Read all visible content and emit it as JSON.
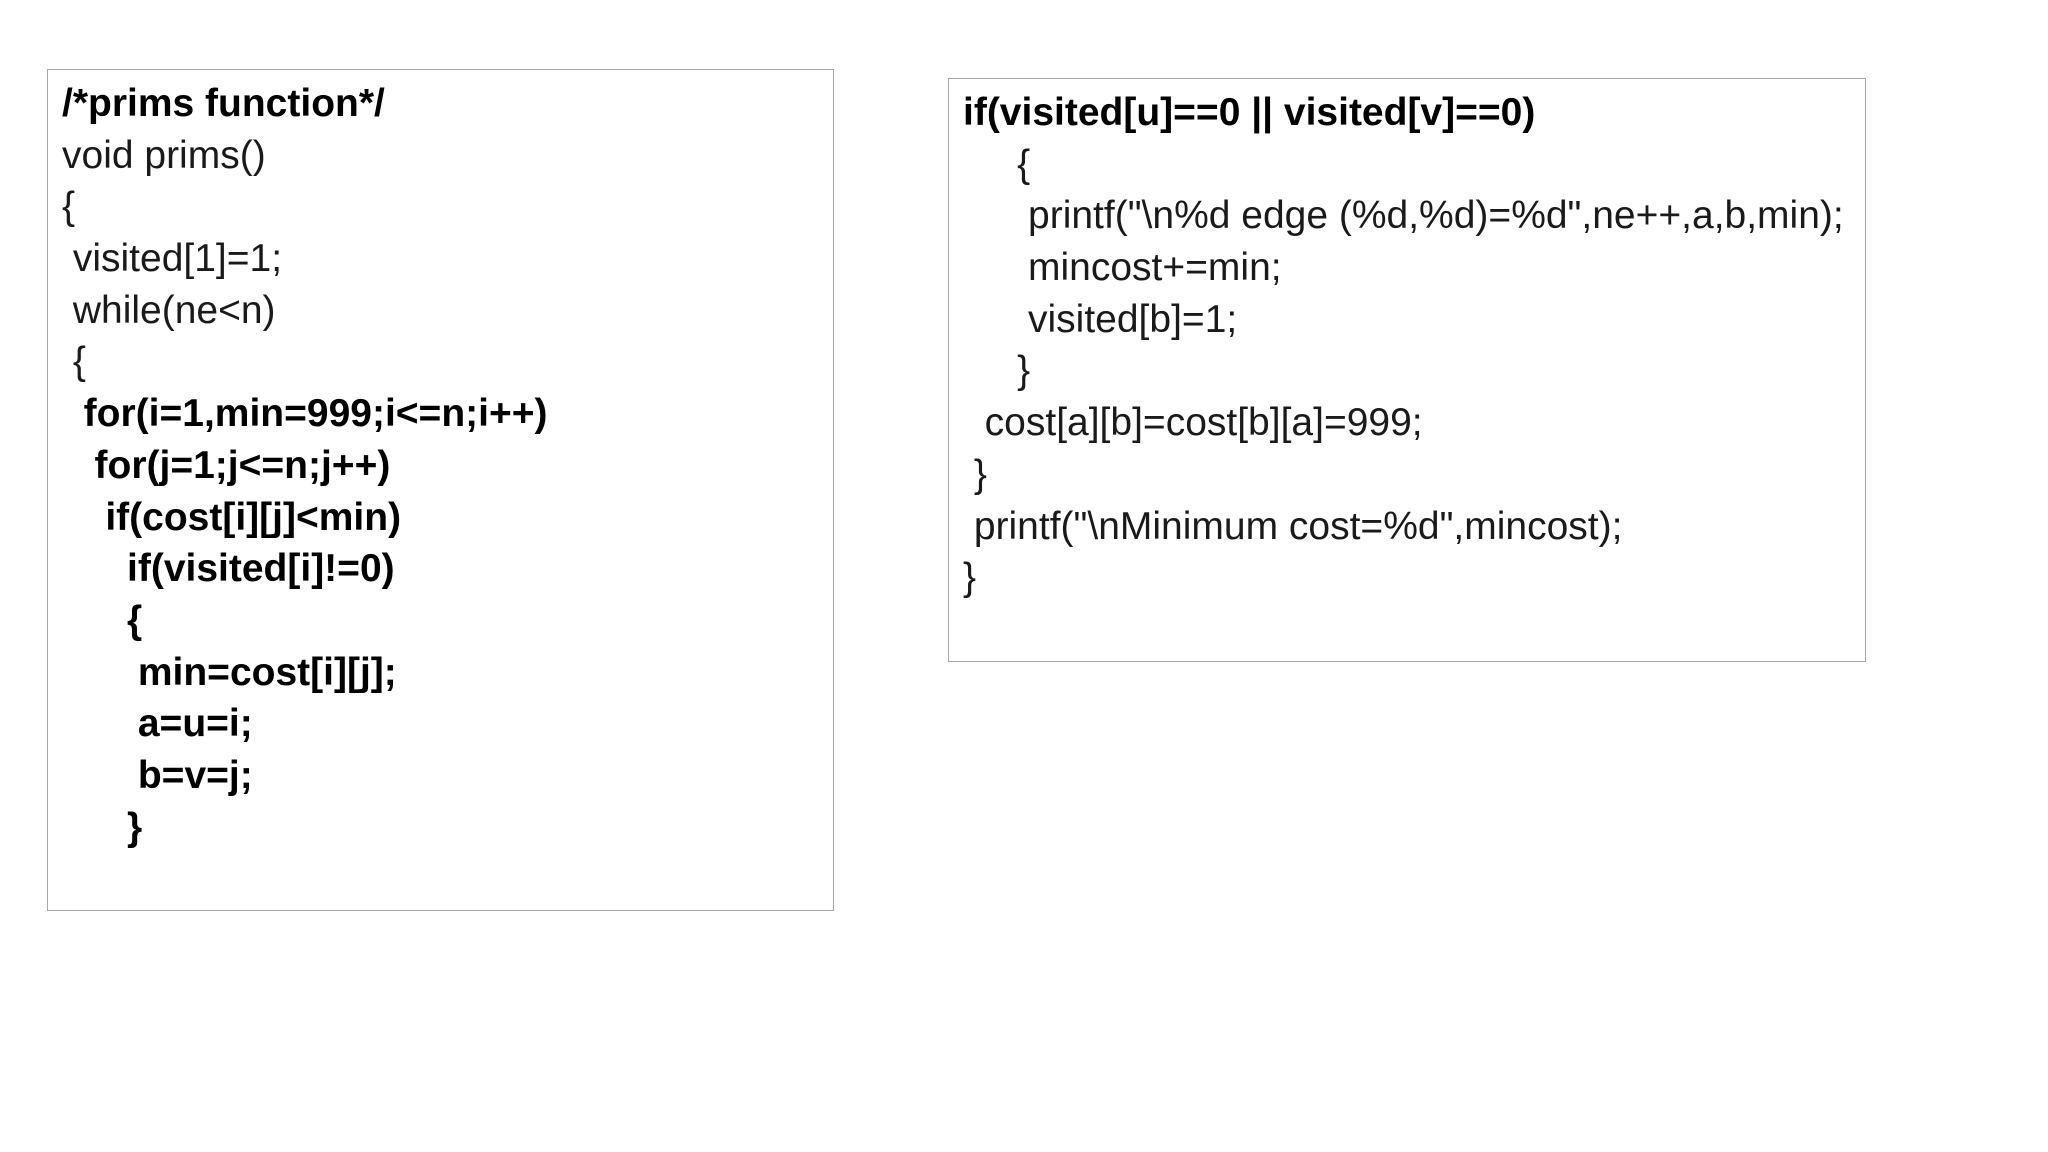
{
  "left_box": {
    "lines": [
      {
        "text": "/*prims function*/",
        "bold": true
      },
      {
        "text": "void prims()",
        "bold": false
      },
      {
        "text": "{",
        "bold": false
      },
      {
        "text": " visited[1]=1;",
        "bold": false
      },
      {
        "text": " while(ne<n)",
        "bold": false
      },
      {
        "text": " {",
        "bold": false
      },
      {
        "text": "  for(i=1,min=999;i<=n;i++)",
        "bold": true
      },
      {
        "text": "   for(j=1;j<=n;j++)",
        "bold": true
      },
      {
        "text": "    if(cost[i][j]<min)",
        "bold": true
      },
      {
        "text": "      if(visited[i]!=0)",
        "bold": true
      },
      {
        "text": "      {",
        "bold": true
      },
      {
        "text": "       min=cost[i][j];",
        "bold": true
      },
      {
        "text": "       a=u=i;",
        "bold": true
      },
      {
        "text": "       b=v=j;",
        "bold": true
      },
      {
        "text": "      }",
        "bold": true
      }
    ]
  },
  "right_box": {
    "lines": [
      {
        "text": "if(visited[u]==0 || visited[v]==0)",
        "bold": true
      },
      {
        "text": "     {",
        "bold": false
      },
      {
        "text": "      printf(\"\\n%d edge (%d,%d)=%d\",ne++,a,b,min);",
        "bold": false
      },
      {
        "text": "      mincost+=min;",
        "bold": false
      },
      {
        "text": "      visited[b]=1;",
        "bold": false
      },
      {
        "text": "     }",
        "bold": false
      },
      {
        "text": "  cost[a][b]=cost[b][a]=999;",
        "bold": false
      },
      {
        "text": " }",
        "bold": false
      },
      {
        "text": " printf(\"\\nMinimum cost=%d\",mincost);",
        "bold": false
      },
      {
        "text": "}",
        "bold": false
      }
    ]
  }
}
